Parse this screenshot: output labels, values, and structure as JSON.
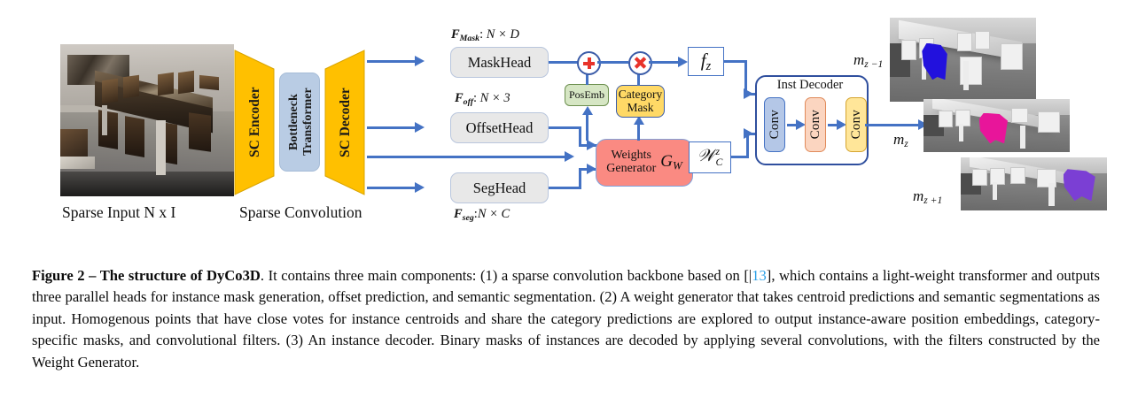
{
  "figure": {
    "input_label": "Sparse Input N x I",
    "backbone_label": "Sparse Convolution",
    "encoder_label": "SC Encoder",
    "bottleneck_label_line1": "Bottleneck",
    "bottleneck_label_line2": "Transformer",
    "decoder_label": "SC Decoder",
    "heads": [
      {
        "name": "MaskHead",
        "feature": "F",
        "feature_sub": "Mask",
        "dims": "N × D"
      },
      {
        "name": "OffsetHead",
        "feature": "F",
        "feature_sub": "off",
        "dims": "N × 3"
      },
      {
        "name": "SegHead",
        "feature": "F",
        "feature_sub": "seg",
        "dims": "N × C"
      }
    ],
    "posemb_label": "PosEmb",
    "category_mask_line1": "Category",
    "category_mask_line2": "Mask",
    "weights_generator_line1": "Weights",
    "weights_generator_line2": "Generator",
    "weights_generator_symbol": "G",
    "weights_generator_symbol_sub": "W",
    "fz_symbol": "f",
    "fz_symbol_sub": "z",
    "filters_symbol": "𝒲",
    "filters_symbol_sub": "C",
    "filters_symbol_sup": "z",
    "add_operator": "plus-operator",
    "multiply_operator": "multiply-operator",
    "inst_decoder_title": "Inst Decoder",
    "conv_blocks": [
      "Conv",
      "Conv",
      "Conv"
    ],
    "outputs": [
      {
        "label": "m",
        "sub": "z −1",
        "highlight_color": "#2211dd"
      },
      {
        "label": "m",
        "sub": "z",
        "highlight_color": "#e8159a"
      },
      {
        "label": "m",
        "sub": "z +1",
        "highlight_color": "#7b3fd4"
      }
    ],
    "colors": {
      "arrow_blue": "#4472c4",
      "trapezoid_yellow": "#ffc000",
      "bottleneck_blue": "#b9cce4",
      "head_gray": "#e8e8e8",
      "posemb_green": "#d6e6c4",
      "category_yellow": "#ffd966",
      "weights_red": "#fa8a82",
      "operator_red": "#e8332a",
      "decoder_border": "#2f4f9e",
      "citation_link": "#2aa0e6"
    }
  },
  "caption": {
    "figure_number": "Figure 2 – ",
    "title": "The structure of DyCo3D",
    "body_part1": ". It contains three main components: (1) a sparse convolution backbone based on [|",
    "citation": "13",
    "body_part2": "], which contains a light-weight transformer and outputs three parallel heads for instance mask generation, offset prediction, and semantic segmentation. (2) A weight generator that takes centroid predictions and semantic segmentations as input. Homogenous points that have close votes for instance centroids and share the category predictions are explored to output instance-aware position embeddings, category-specific masks, and convolutional filters. (3) An instance decoder. Binary masks of instances are decoded by applying several convolutions, with the filters constructed by the Weight Generator."
  }
}
